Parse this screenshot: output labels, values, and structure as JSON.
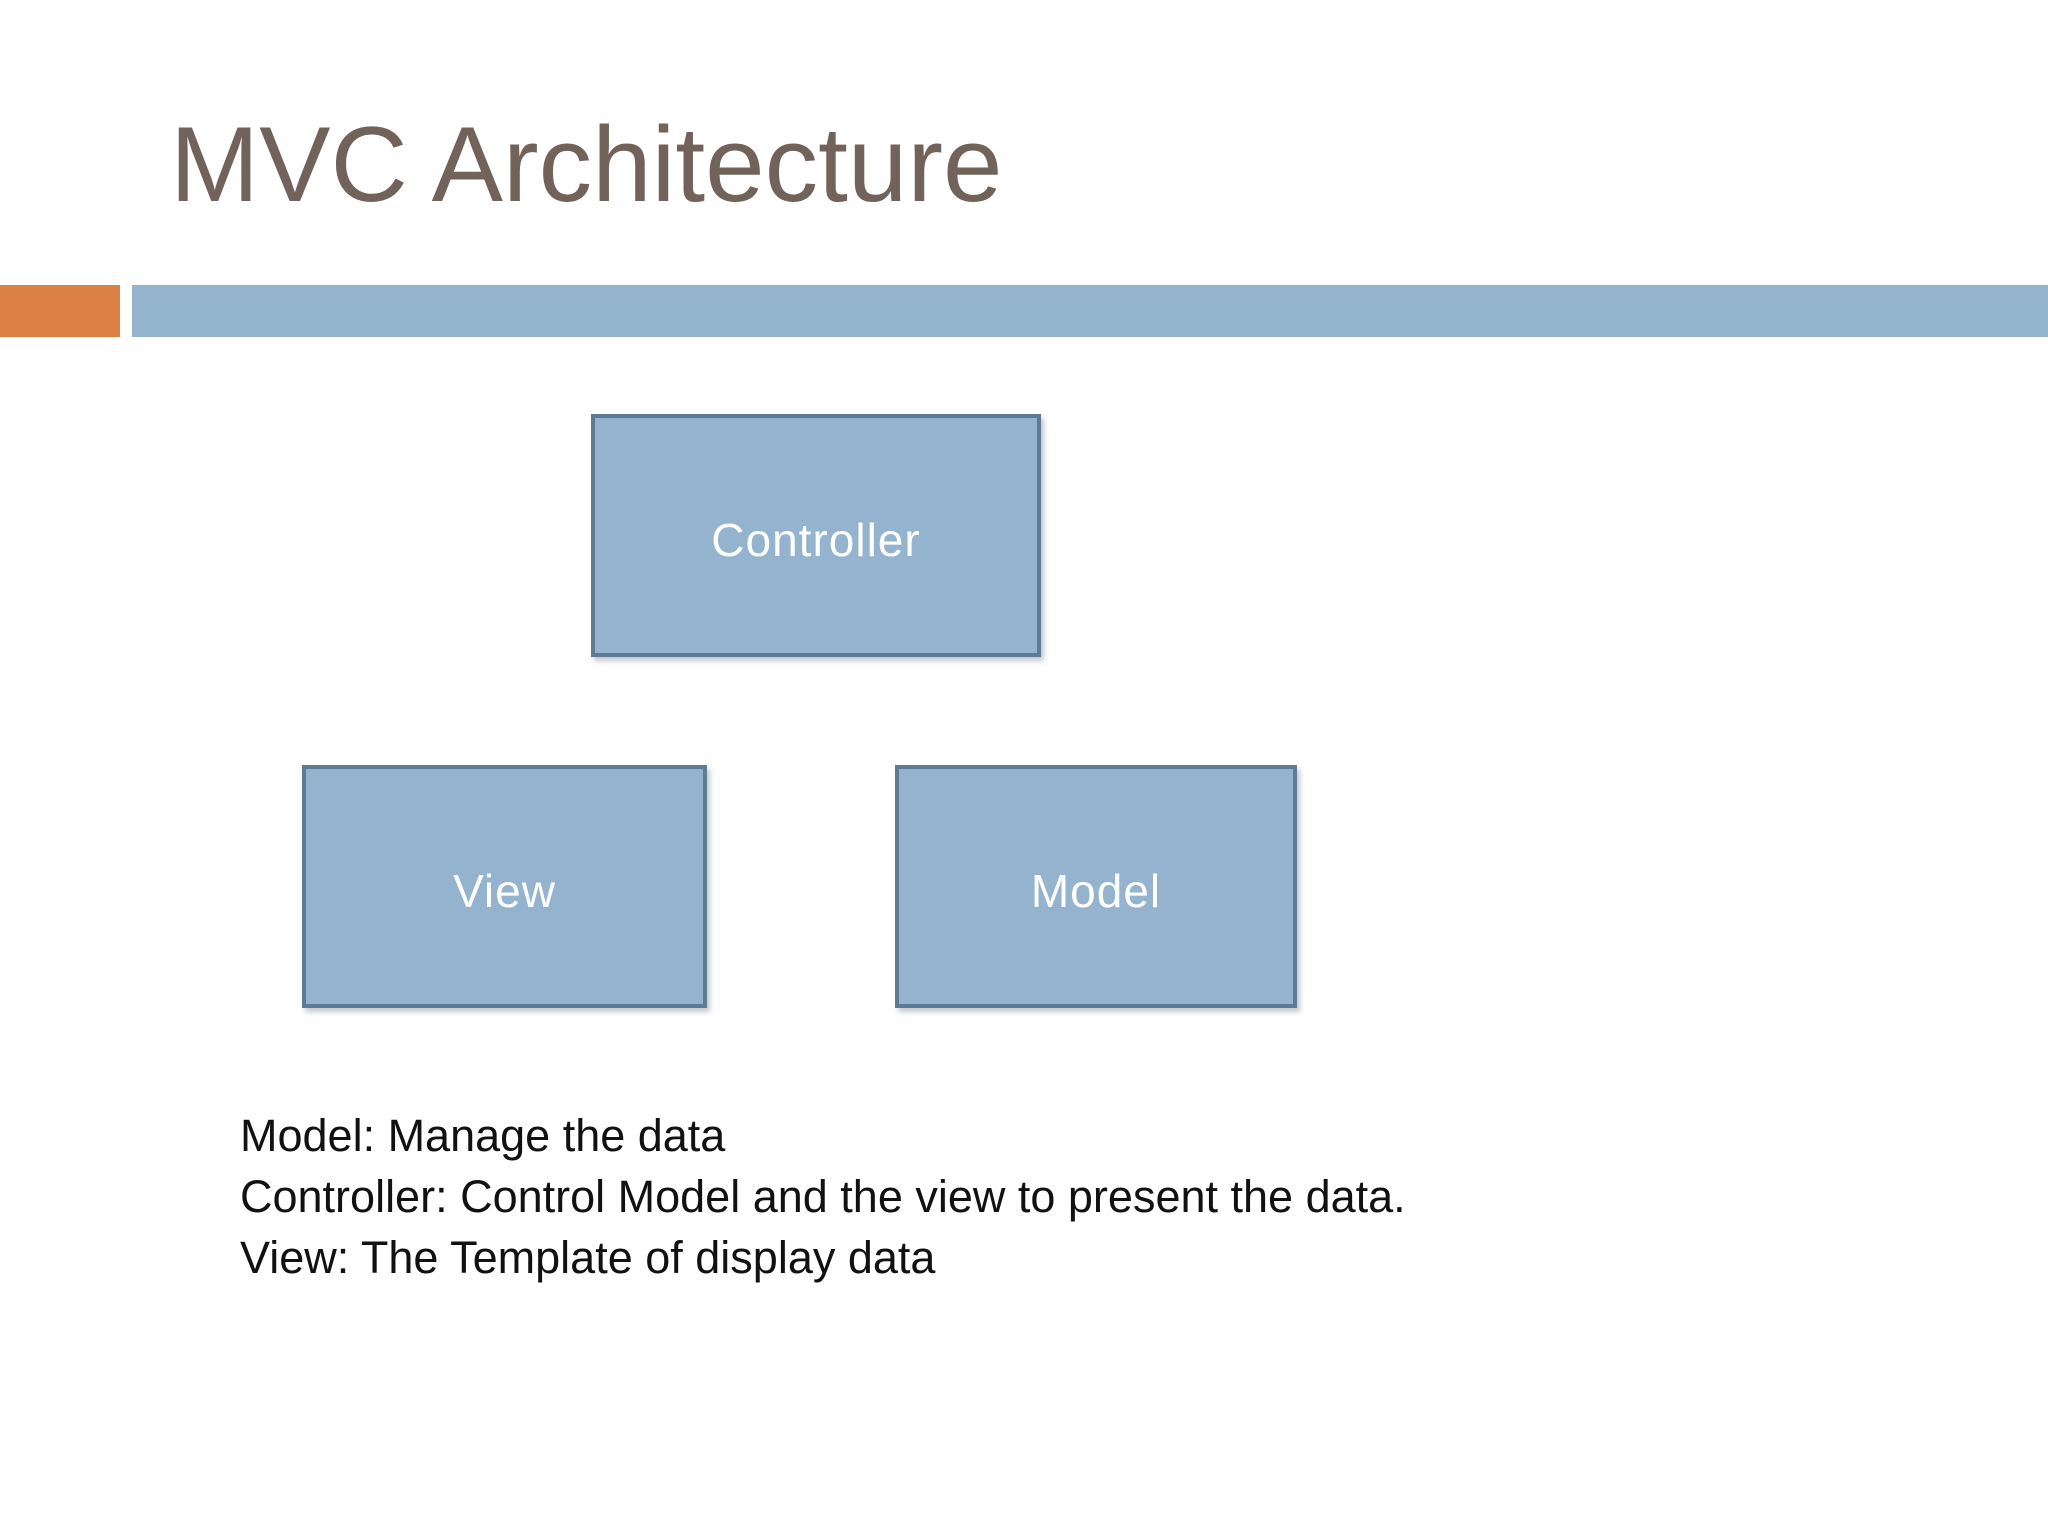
{
  "slide": {
    "title": "MVC Architecture",
    "diagram": {
      "boxes": [
        {
          "id": "controller",
          "label": "Controller"
        },
        {
          "id": "view",
          "label": "View"
        },
        {
          "id": "model",
          "label": "Model"
        }
      ]
    },
    "notes": {
      "line1": "Model: Manage the data",
      "line2": "Controller: Control Model and the view to present the data.",
      "line3": "View: The Template of display data"
    },
    "colors": {
      "title": "#72635A",
      "accent_orange": "#DC8144",
      "accent_blue": "#92B4CC",
      "box_fill": "#93B3CE",
      "box_border": "#5D7A96",
      "body": "#111111"
    }
  }
}
